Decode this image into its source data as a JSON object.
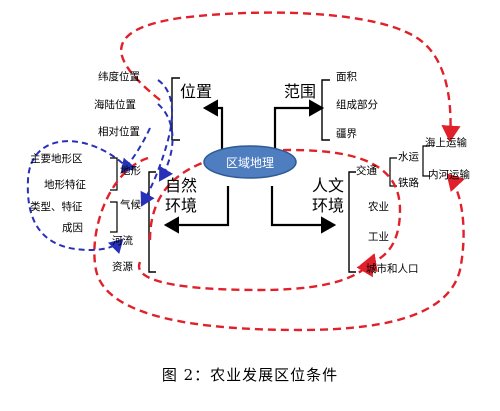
{
  "center": {
    "label": "区域地理"
  },
  "position": {
    "title": "位置",
    "items": [
      "纬度位置",
      "海陆位置",
      "相对位置"
    ]
  },
  "scope": {
    "title": "范围",
    "items": [
      "面积",
      "组成部分",
      "疆界"
    ]
  },
  "natural": {
    "title_line1": "自然",
    "title_line2": "环境",
    "items": [
      "地形",
      "气候",
      "河流",
      "资源"
    ],
    "landform_details": [
      "主要地形区",
      "地形特征"
    ],
    "climate_details": [
      "类型、特征",
      "成因"
    ]
  },
  "human": {
    "title_line1": "人文",
    "title_line2": "环境",
    "items": [
      "交通",
      "农业",
      "工业",
      "城市和人口"
    ],
    "transport_modes": [
      "水运",
      "铁路"
    ],
    "water_details": [
      "海上运输",
      "内河运输"
    ]
  },
  "caption": "图 2：农业发展区位条件",
  "colors": {
    "center_fill": "#4f7ec0",
    "center_stroke": "#2f5a94",
    "red_dashed": "#e0202a",
    "blue_dashed": "#2830b8",
    "line": "#000000"
  }
}
